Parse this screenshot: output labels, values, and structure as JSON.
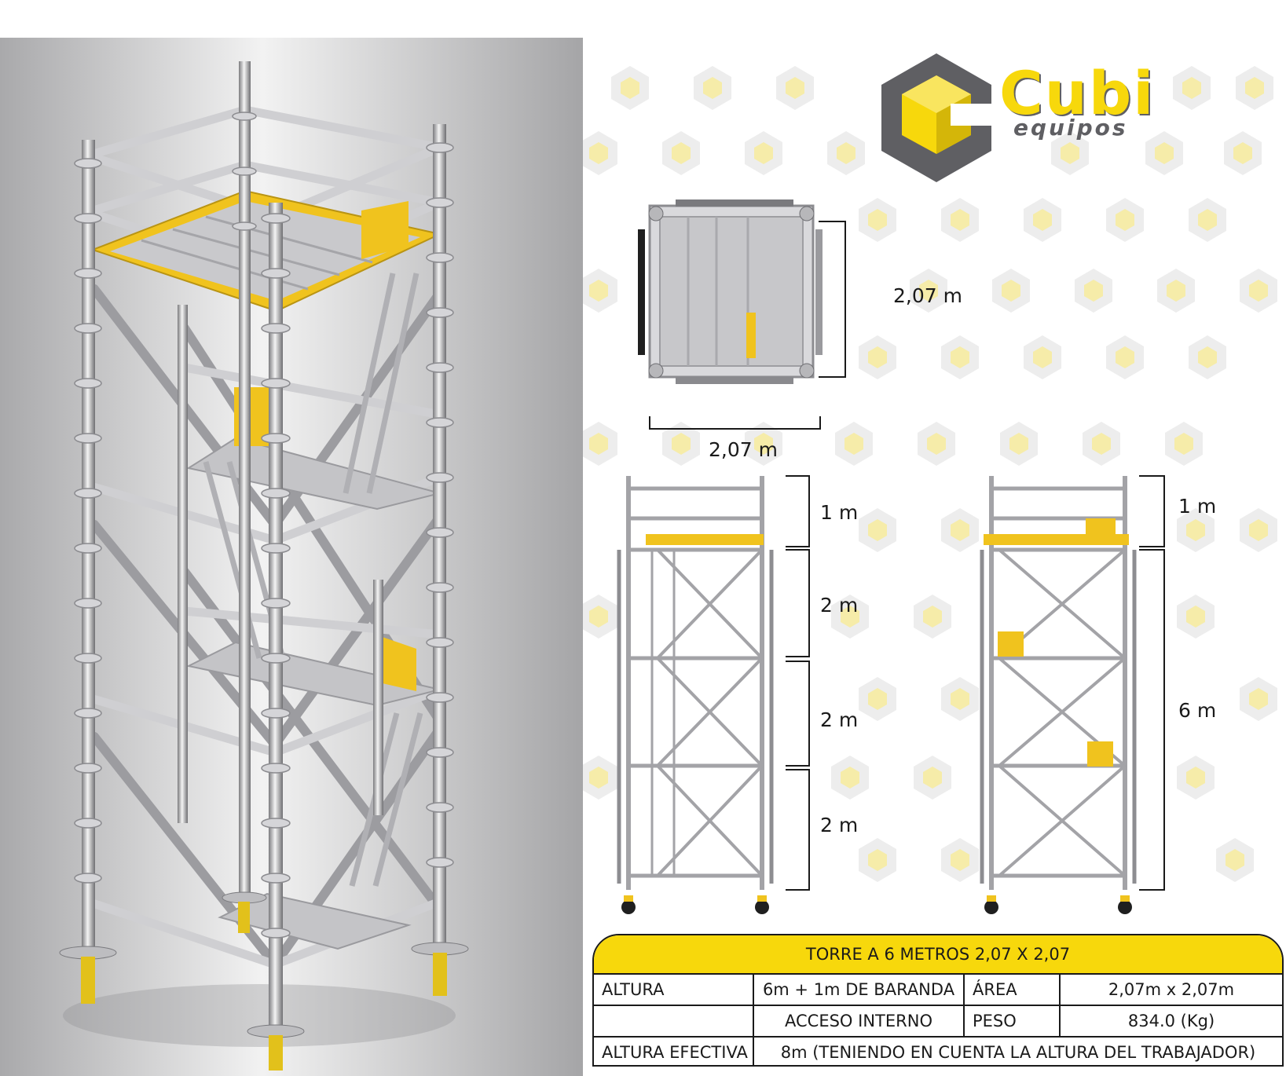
{
  "brand": {
    "name": "Cubi",
    "tagline": "equipos",
    "primary_color": "#f7d80c",
    "secondary_color": "#5f5f63"
  },
  "dimensions": {
    "top_width": "2,07 m",
    "top_depth": "2,07 m",
    "side_a": [
      "1 m",
      "2 m",
      "2 m",
      "2 m"
    ],
    "side_b_top": "1 m",
    "side_b_total": "6 m"
  },
  "spec_table": {
    "title": "TORRE A 6 METROS 2,07 X 2,07",
    "rows": [
      {
        "label": "ALTURA",
        "value": "6m + 1m DE BARANDA",
        "label2": "ÁREA",
        "value2": "2,07m x 2,07m"
      },
      {
        "label": "",
        "value": "ACCESO INTERNO",
        "label2": "PESO",
        "value2": "834.0 (Kg)"
      },
      {
        "label": "ALTURA EFECTIVA",
        "value": "8m (TENIENDO EN CUENTA LA ALTURA DEL TRABAJADOR)"
      }
    ]
  }
}
